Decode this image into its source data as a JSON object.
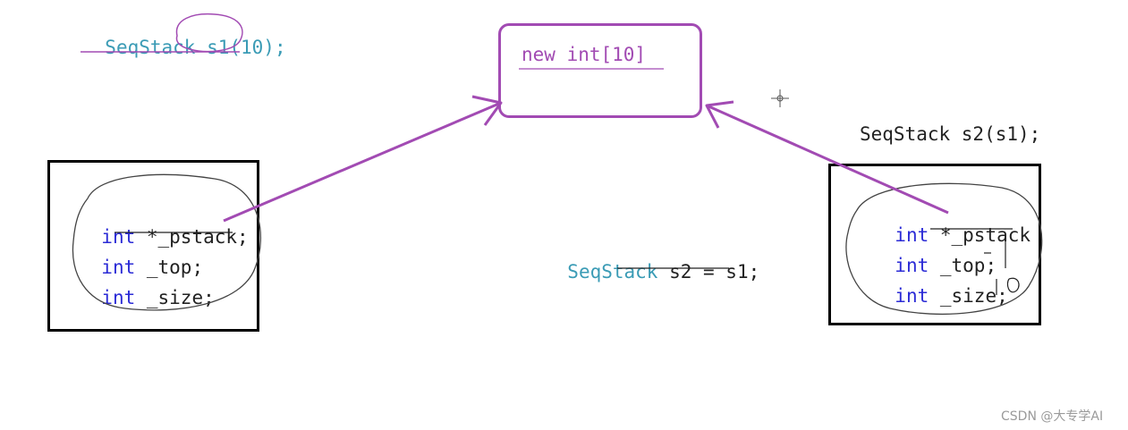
{
  "top_left_decl": {
    "type": "SeqStack",
    "rest": " s1(10);"
  },
  "heap_label": "new int[10]",
  "s1_fields": [
    {
      "type": "int",
      "name": " *_pstack;"
    },
    {
      "type": "int",
      "name": " _top;"
    },
    {
      "type": "int",
      "name": " _size;"
    }
  ],
  "middle_decl": {
    "type": "SeqStack",
    "rest": " s2 = s1;"
  },
  "right_decl": "SeqStack s2(s1);",
  "s2_fields": [
    {
      "type": "int",
      "name": " *_pstack"
    },
    {
      "type": "int",
      "name": " _top;"
    },
    {
      "type": "int",
      "name": " _size;"
    }
  ],
  "watermark": "CSDN @大专学AI",
  "colors": {
    "arrow": "#a24bb3",
    "keyword": "#2b2bd6",
    "class": "#3a9bb5"
  }
}
